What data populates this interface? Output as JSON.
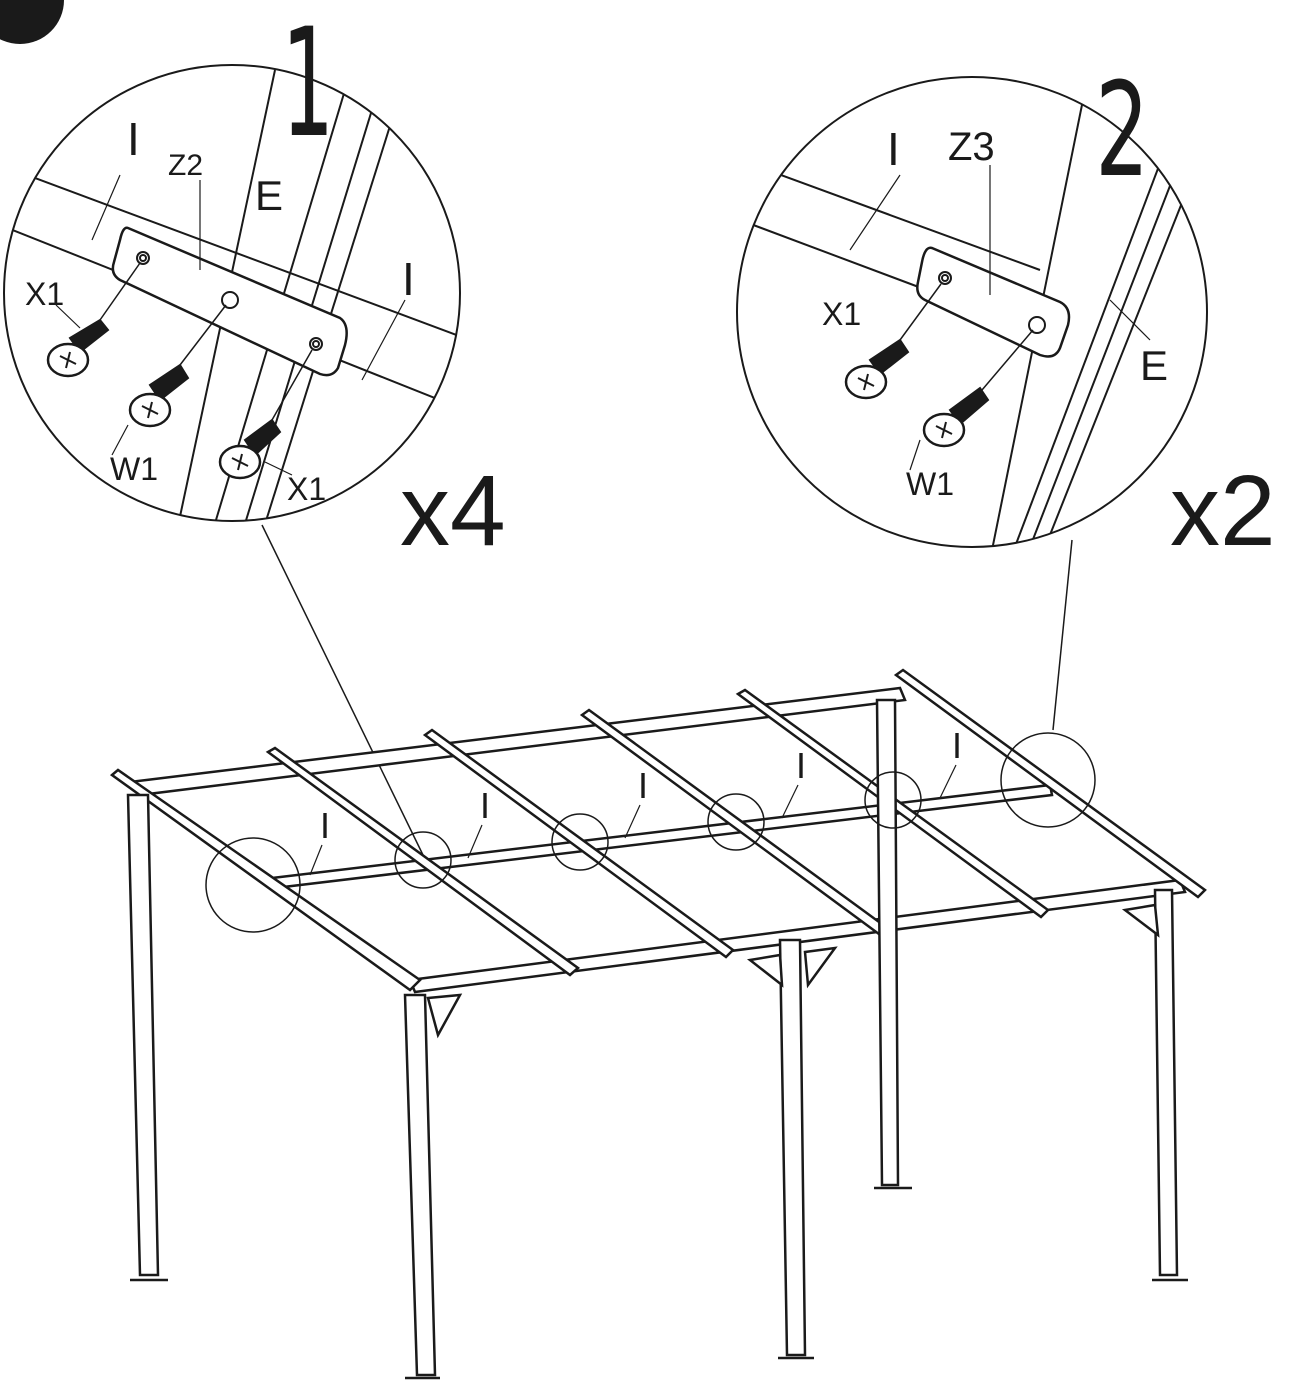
{
  "detail_1": {
    "step": "1",
    "multiplier": "x4",
    "labels": {
      "i_top": "I",
      "z2": "Z2",
      "e": "E",
      "i_right": "I",
      "x1_left": "X1",
      "w1": "W1",
      "x1_bottom": "X1"
    }
  },
  "detail_2": {
    "step": "2",
    "multiplier": "x2",
    "labels": {
      "i_top": "I",
      "z3": "Z3",
      "x1": "X1",
      "e": "E",
      "w1": "W1"
    }
  },
  "frame_labels": [
    "I",
    "I",
    "I",
    "I",
    "I"
  ],
  "colors": {
    "ink": "#1a1a1a",
    "paper": "#ffffff"
  }
}
